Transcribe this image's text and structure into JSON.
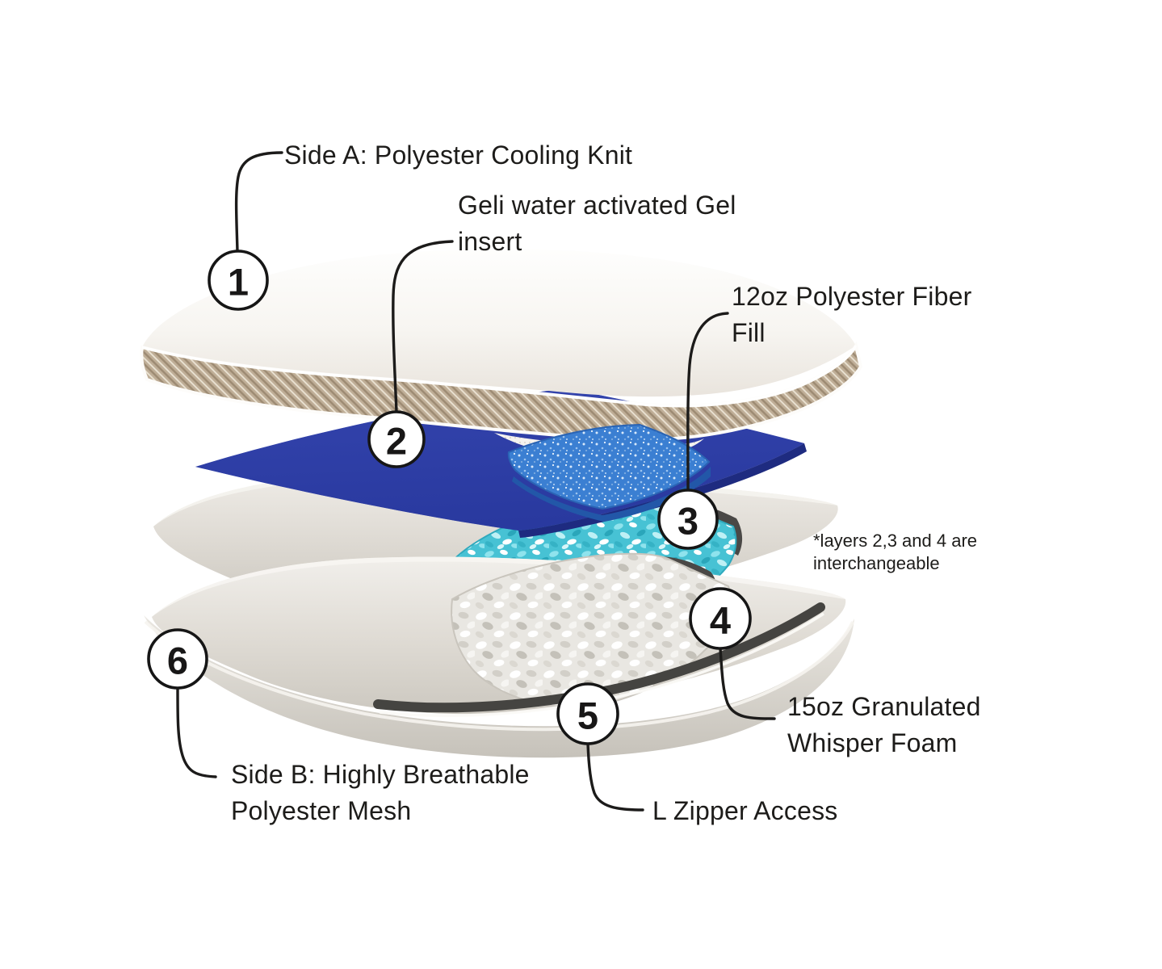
{
  "page": {
    "background": "#ffffff"
  },
  "callouts": [
    {
      "number": "1",
      "text": "Side A: Polyester Cooling Knit",
      "lines": [
        "Side A: Polyester Cooling Knit"
      ]
    },
    {
      "number": "2",
      "text": "Geli water activated Gel insert",
      "lines": [
        "Geli water activated Gel",
        "insert"
      ]
    },
    {
      "number": "3",
      "text": "12oz Polyester Fiber Fill",
      "lines": [
        "12oz Polyester Fiber",
        "Fill"
      ]
    },
    {
      "number": "4",
      "text": "15oz Granulated Whisper Foam",
      "lines": [
        "15oz Granulated",
        "Whisper Foam"
      ]
    },
    {
      "number": "5",
      "text": "L Zipper Access",
      "lines": [
        "L Zipper Access"
      ]
    },
    {
      "number": "6",
      "text": "Side B: Highly Breathable Polyester Mesh",
      "lines": [
        "Side B: Highly Breathable",
        "Polyester Mesh"
      ]
    }
  ],
  "footnote": {
    "text": "*layers 2,3 and 4 are interchangeable",
    "lines": [
      "*layers 2,3 and 4 are",
      "interchangeable"
    ]
  },
  "illustration": {
    "parts": [
      "top-pillow-cooling-knit",
      "tweed-gusset-band",
      "gel-insert-sheet",
      "water-activated-gel-pad",
      "fiber-fill-pillow",
      "shredded-fiber-fill",
      "whisper-foam-pillow",
      "granulated-whisper-foam",
      "l-zipper-band",
      "mesh-underside-flap"
    ],
    "colors": {
      "text": "#1d1c1a",
      "leader_line": "#1c1b1a",
      "badge_fill": "#ffffff",
      "badge_stroke": "#161616",
      "gel_sheet": "#2c3da4",
      "gel_sheet_edge": "#1e2b80",
      "gel_pad": "#3b7fd2",
      "fiber_fill": "#47c2d4",
      "foam": "#e9e7e2",
      "gusset_tweed": "#bfae97",
      "pillow_white": "#f9f8f5",
      "pillow_grey": "#dedad3",
      "zipper": "#454441"
    }
  }
}
